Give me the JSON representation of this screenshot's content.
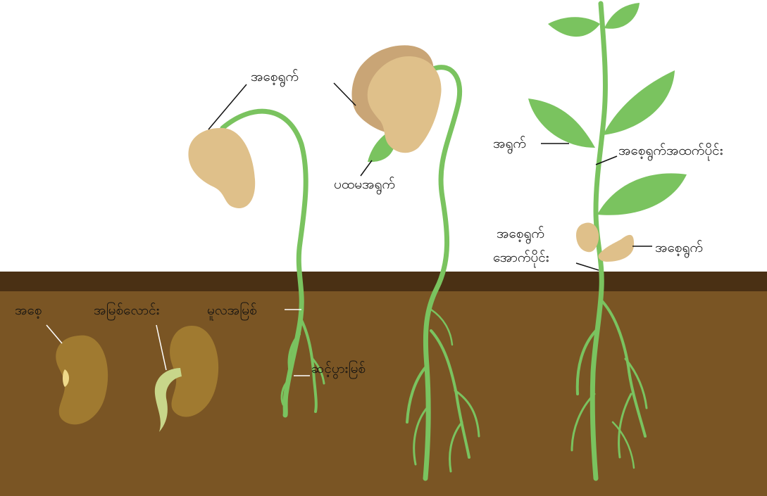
{
  "colors": {
    "soil": "#7a5524",
    "soil_band": "#4a3014",
    "seed_buried": "#a07a30",
    "seed_light": "#dfc08a",
    "stem_green": "#7ac35f",
    "leaf_green": "#7ac35f",
    "radicle": "#c8d68a"
  },
  "labels": {
    "seed": "အစေ့",
    "radicle": "အမြစ်လောင်း",
    "primary_root": "မူလအမြစ်",
    "secondary_root": "ဆင့်ပွားမြစ်",
    "cotyledon_1": "အစေ့ရွက်",
    "first_leaves": "ပထမအရွက်",
    "leaf": "အရွက်",
    "epicotyl": "အစေ့ရွက်အထက်ပိုင်း",
    "hypocotyl_line1": "အစေ့ရွက်",
    "hypocotyl_line2": "အောက်ပိုင်း",
    "cotyledon_2": "အစေ့ရွက်"
  }
}
